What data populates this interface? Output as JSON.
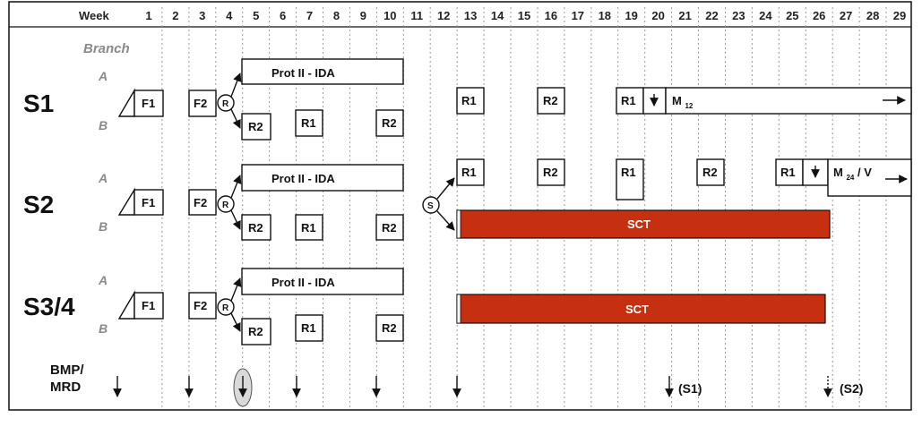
{
  "header": {
    "week_label": "Week",
    "weeks": [
      "1",
      "2",
      "3",
      "4",
      "5",
      "6",
      "7",
      "8",
      "9",
      "10",
      "11",
      "12",
      "13",
      "14",
      "15",
      "16",
      "17",
      "18",
      "19",
      "20",
      "21",
      "22",
      "23",
      "24",
      "25",
      "26",
      "27",
      "28",
      "29"
    ],
    "branch_label": "Branch"
  },
  "strata": {
    "s1": {
      "name": "S1",
      "branch_a": "A",
      "branch_b": "B"
    },
    "s2": {
      "name": "S2",
      "branch_a": "A",
      "branch_b": "B"
    },
    "s34": {
      "name": "S3/4",
      "branch_a": "A",
      "branch_b": "B"
    }
  },
  "blocks": {
    "f1": "F1",
    "f2": "F2",
    "r_circle": "R",
    "s_circle": "S",
    "prot": "Prot II - IDA",
    "r1": "R1",
    "r2": "R2",
    "m_prefix": "M",
    "m12_sub": "12",
    "m24_sub": "24",
    "m24_suffix": "/ V",
    "sct": "SCT"
  },
  "bmp": {
    "label_line1": "BMP/",
    "label_line2": "MRD",
    "note_s1": "(S1)",
    "note_s2": "(S2)"
  },
  "colors": {
    "sct_fill": "#c62f10",
    "highlight_fill": "#d9d9d9"
  }
}
